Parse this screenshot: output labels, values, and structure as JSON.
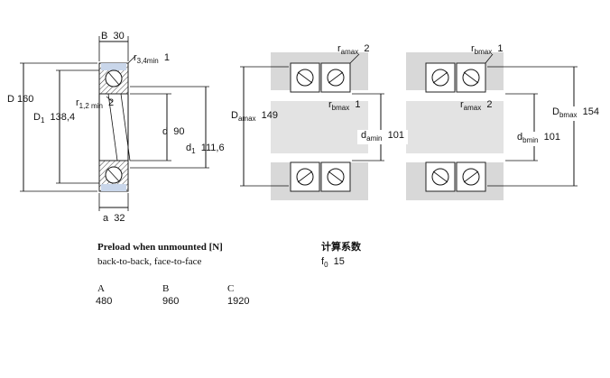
{
  "single": {
    "B": "B",
    "B_val": "30",
    "r34": "r",
    "r34_sub": "3,4min",
    "r34_val": "1",
    "D": "D",
    "D_val": "160",
    "D1": "D",
    "D1_sub": "1",
    "D1_val": "138,4",
    "r12": "r",
    "r12_sub": "1,2 min",
    "r12_val": "2",
    "d": "d",
    "d_val": "90",
    "d1": "d",
    "d1_sub": "1",
    "d1_val": "111,6",
    "a": "a",
    "a_val": "32"
  },
  "pair_left": {
    "ra": "r",
    "ra_sub": "amax",
    "ra_val": "2",
    "Da": "D",
    "Da_sub": "amax",
    "Da_val": "149",
    "rb": "r",
    "rb_sub": "bmax",
    "rb_val": "1",
    "da": "d",
    "da_sub": "amin",
    "da_val": "101"
  },
  "pair_right": {
    "rb": "r",
    "rb_sub": "bmax",
    "rb_val": "1",
    "ra": "r",
    "ra_sub": "amax",
    "ra_val": "2",
    "db": "d",
    "db_sub": "bmin",
    "db_val": "101",
    "Db": "D",
    "Db_sub": "bmax",
    "Db_val": "154"
  },
  "preload": {
    "title": "Preload when unmounted [N]",
    "arrangement": "back-to-back, face-to-face",
    "headers": [
      "A",
      "B",
      "C"
    ],
    "values": [
      "480",
      "960",
      "1920"
    ]
  },
  "calc": {
    "title": "计算系数",
    "f0": "f",
    "f0_sub": "0",
    "f0_val": "15"
  }
}
